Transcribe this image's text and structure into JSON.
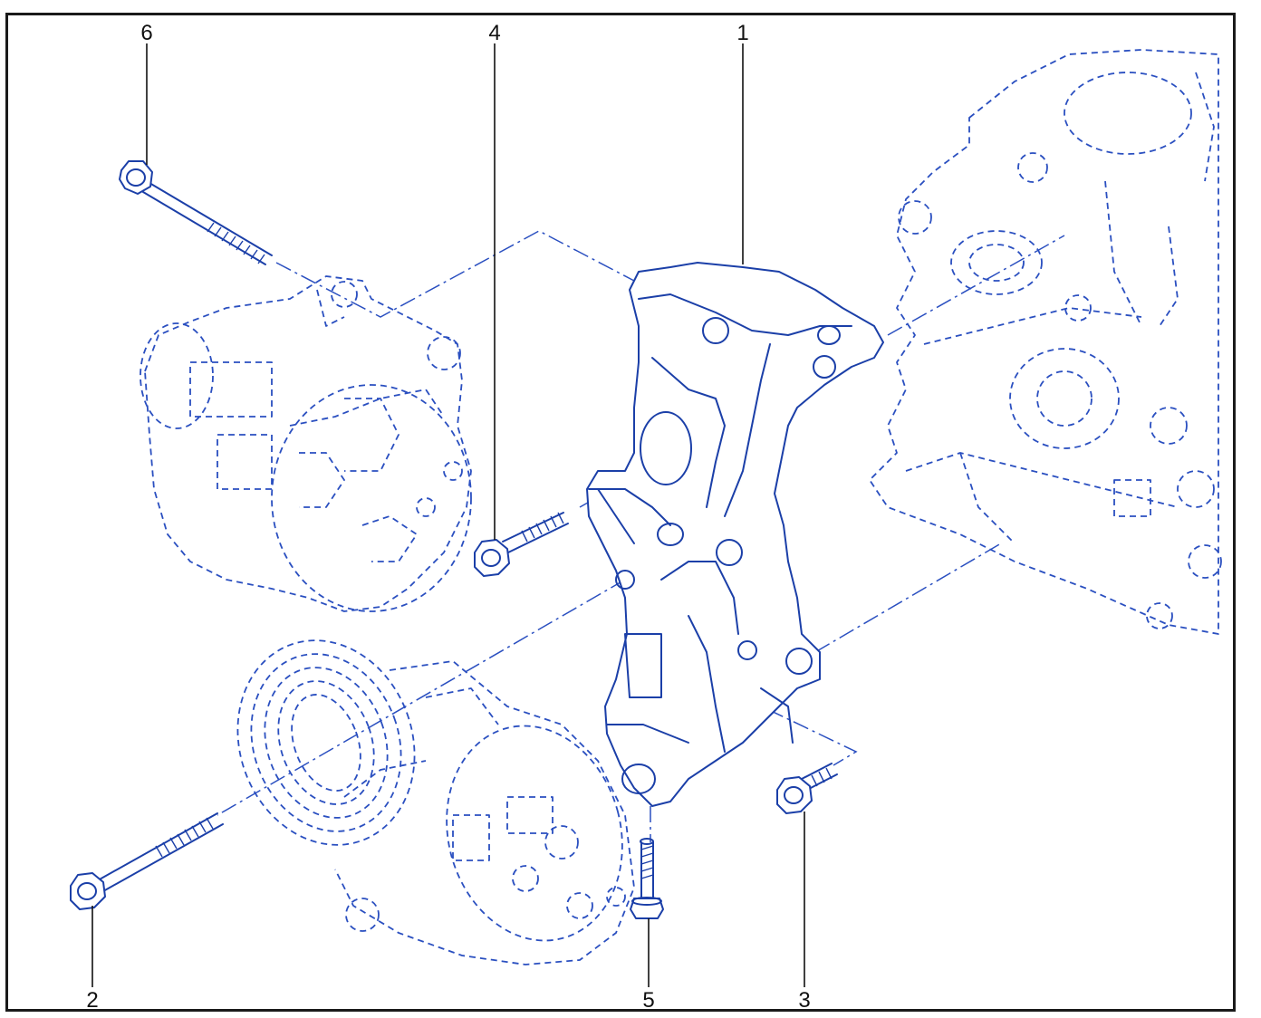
{
  "diagram": {
    "callouts": [
      {
        "id": "1",
        "label": "1"
      },
      {
        "id": "2",
        "label": "2"
      },
      {
        "id": "3",
        "label": "3"
      },
      {
        "id": "4",
        "label": "4"
      },
      {
        "id": "5",
        "label": "5"
      },
      {
        "id": "6",
        "label": "6"
      }
    ]
  },
  "colors": {
    "line": "#1b3fa8",
    "hidden_parts": "#2a4fc0",
    "frame": "#1a1a1a"
  }
}
